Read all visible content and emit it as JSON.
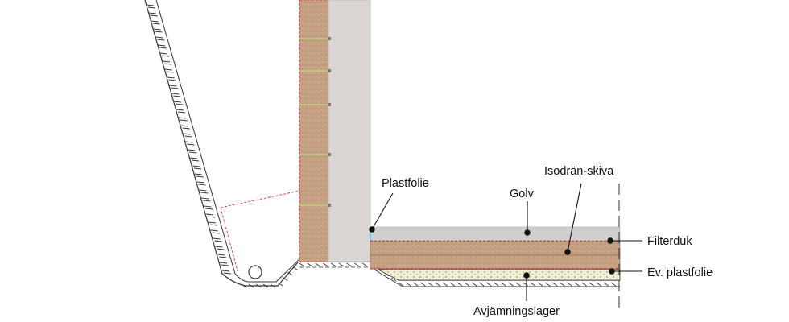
{
  "labels": {
    "plastfolie": "Plastfolie",
    "golv": "Golv",
    "isodran": "Isodrän-skiva",
    "filterduk": "Filterduk",
    "ev_plastfolie": "Ev. plastfolie",
    "avjamning": "Avjämningslager"
  },
  "colors": {
    "insulation": "#c9a487",
    "insulation_stroke": "#b08a6e",
    "wall": "#dad6d3",
    "floor": "#cfcfcf",
    "leveling": "#f2efd5",
    "membrane_red": "#d9231e",
    "foil_blue": "#7fc4e0",
    "anchor": "#b8c97a",
    "line": "#1a1a1a"
  }
}
